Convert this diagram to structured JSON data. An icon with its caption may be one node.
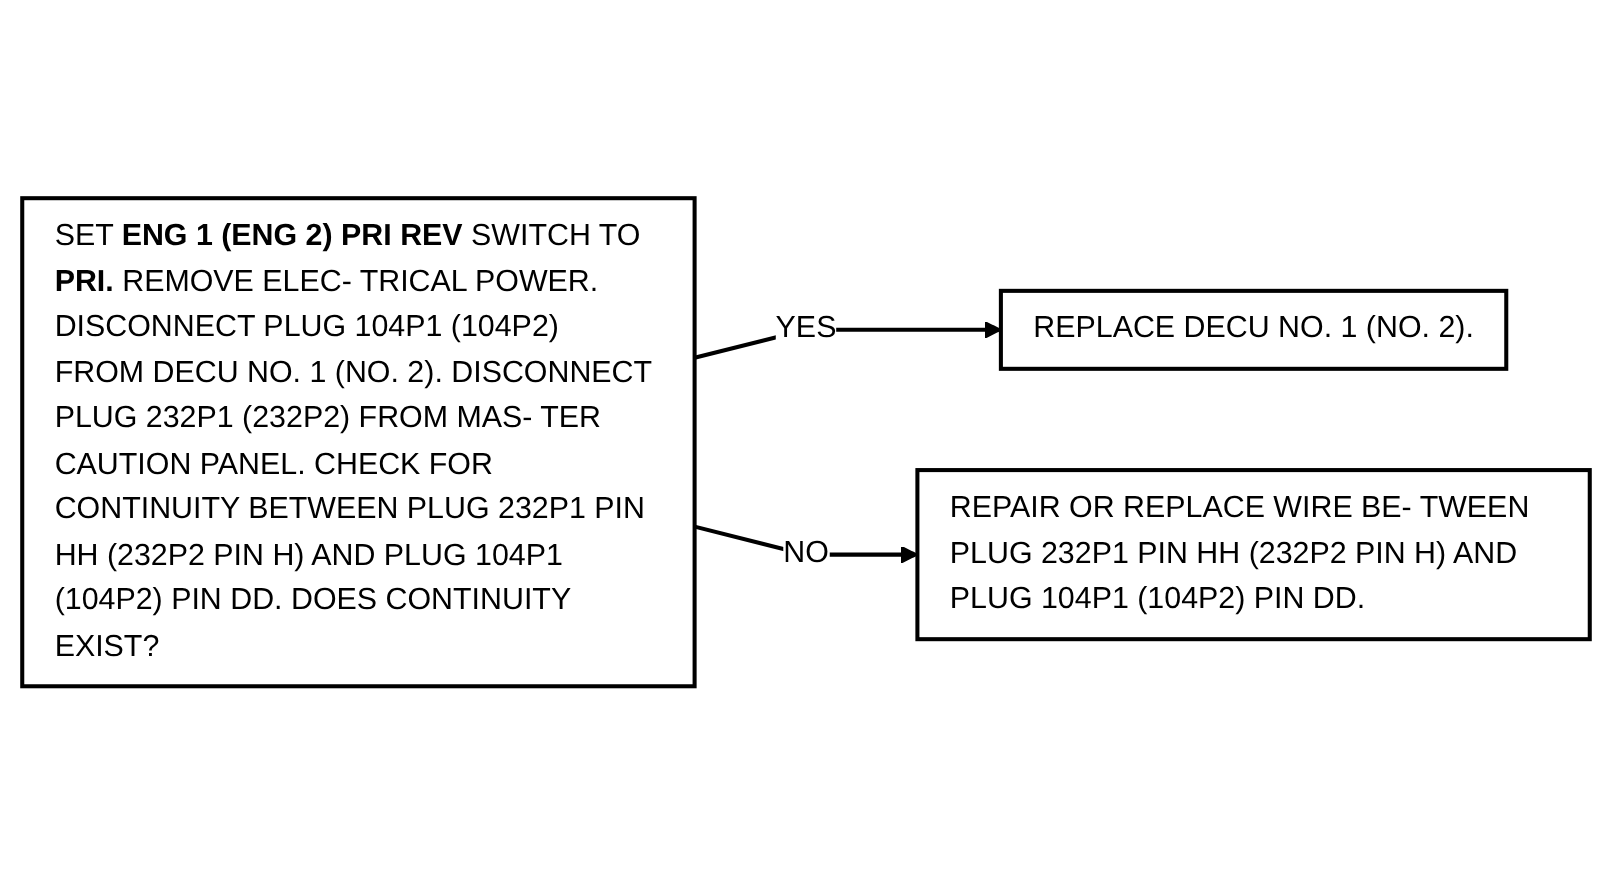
{
  "diagram": {
    "nodes": [
      {
        "text": [
          "SET **ENG 1 (ENG 2) PRI REV** SWITCH TO **PRI.** REMOVE ELEC- TRICAL POWER. DISCONNECT PLUG 104P1 (104P2) FROM DECU NO. 1 (NO. 2). DISCONNECT PLUG 232P1 (232P2) FROM MAS- TER CAUTION PANEL. CHECK FOR CONTINUITY BETWEEN PLUG 232P1 PIN HH (232P2 PIN H) AND PLUG 104P1 (104P2) PIN DD. DOES CONTINUITY EXIST?"
        ]
      },
      {
        "text": [
          "REPLACE DECU NO. 1 (NO. 2)."
        ]
      },
      {
        "text": [
          "REPAIR OR REPLACE WIRE BE- TWEEN PLUG 232P1 PIN HH (232P2 PIN H) AND PLUG 104P1 (104P2) PIN DD."
        ]
      }
    ],
    "edges": [
      {
        "from": 0,
        "to": 1,
        "arrow": "to",
        "label": "YES"
      },
      {
        "from": 0,
        "to": 2,
        "arrow": "to",
        "label": "NO"
      }
    ]
  }
}
